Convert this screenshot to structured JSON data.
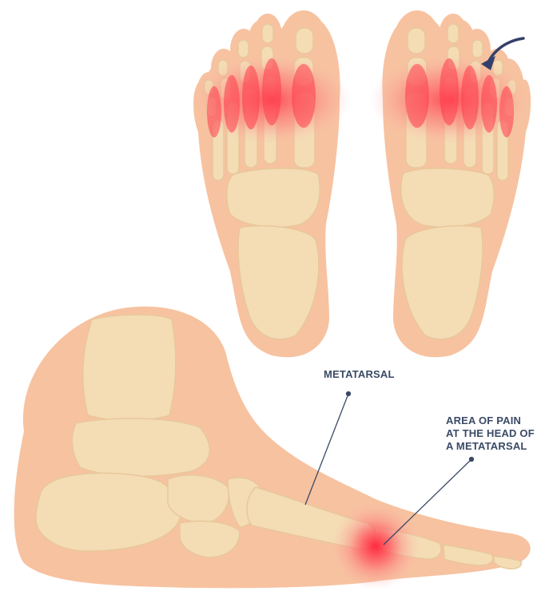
{
  "labels": {
    "metatarsal": "METATARSAL",
    "pain_lines": [
      "AREA OF PAIN",
      "AT THE HEAD OF",
      "A METATARSAL"
    ]
  },
  "colors": {
    "skin": "#f7c2a0",
    "bone": "#f4dcb5",
    "bone_outline": "#e8c89a",
    "pain": "#ff3b4a",
    "label_text": "#3a4a66",
    "leader_line": "#3a4a66",
    "arrow": "#34406a"
  },
  "icons": {
    "arrow": "curved-arrow-icon"
  }
}
